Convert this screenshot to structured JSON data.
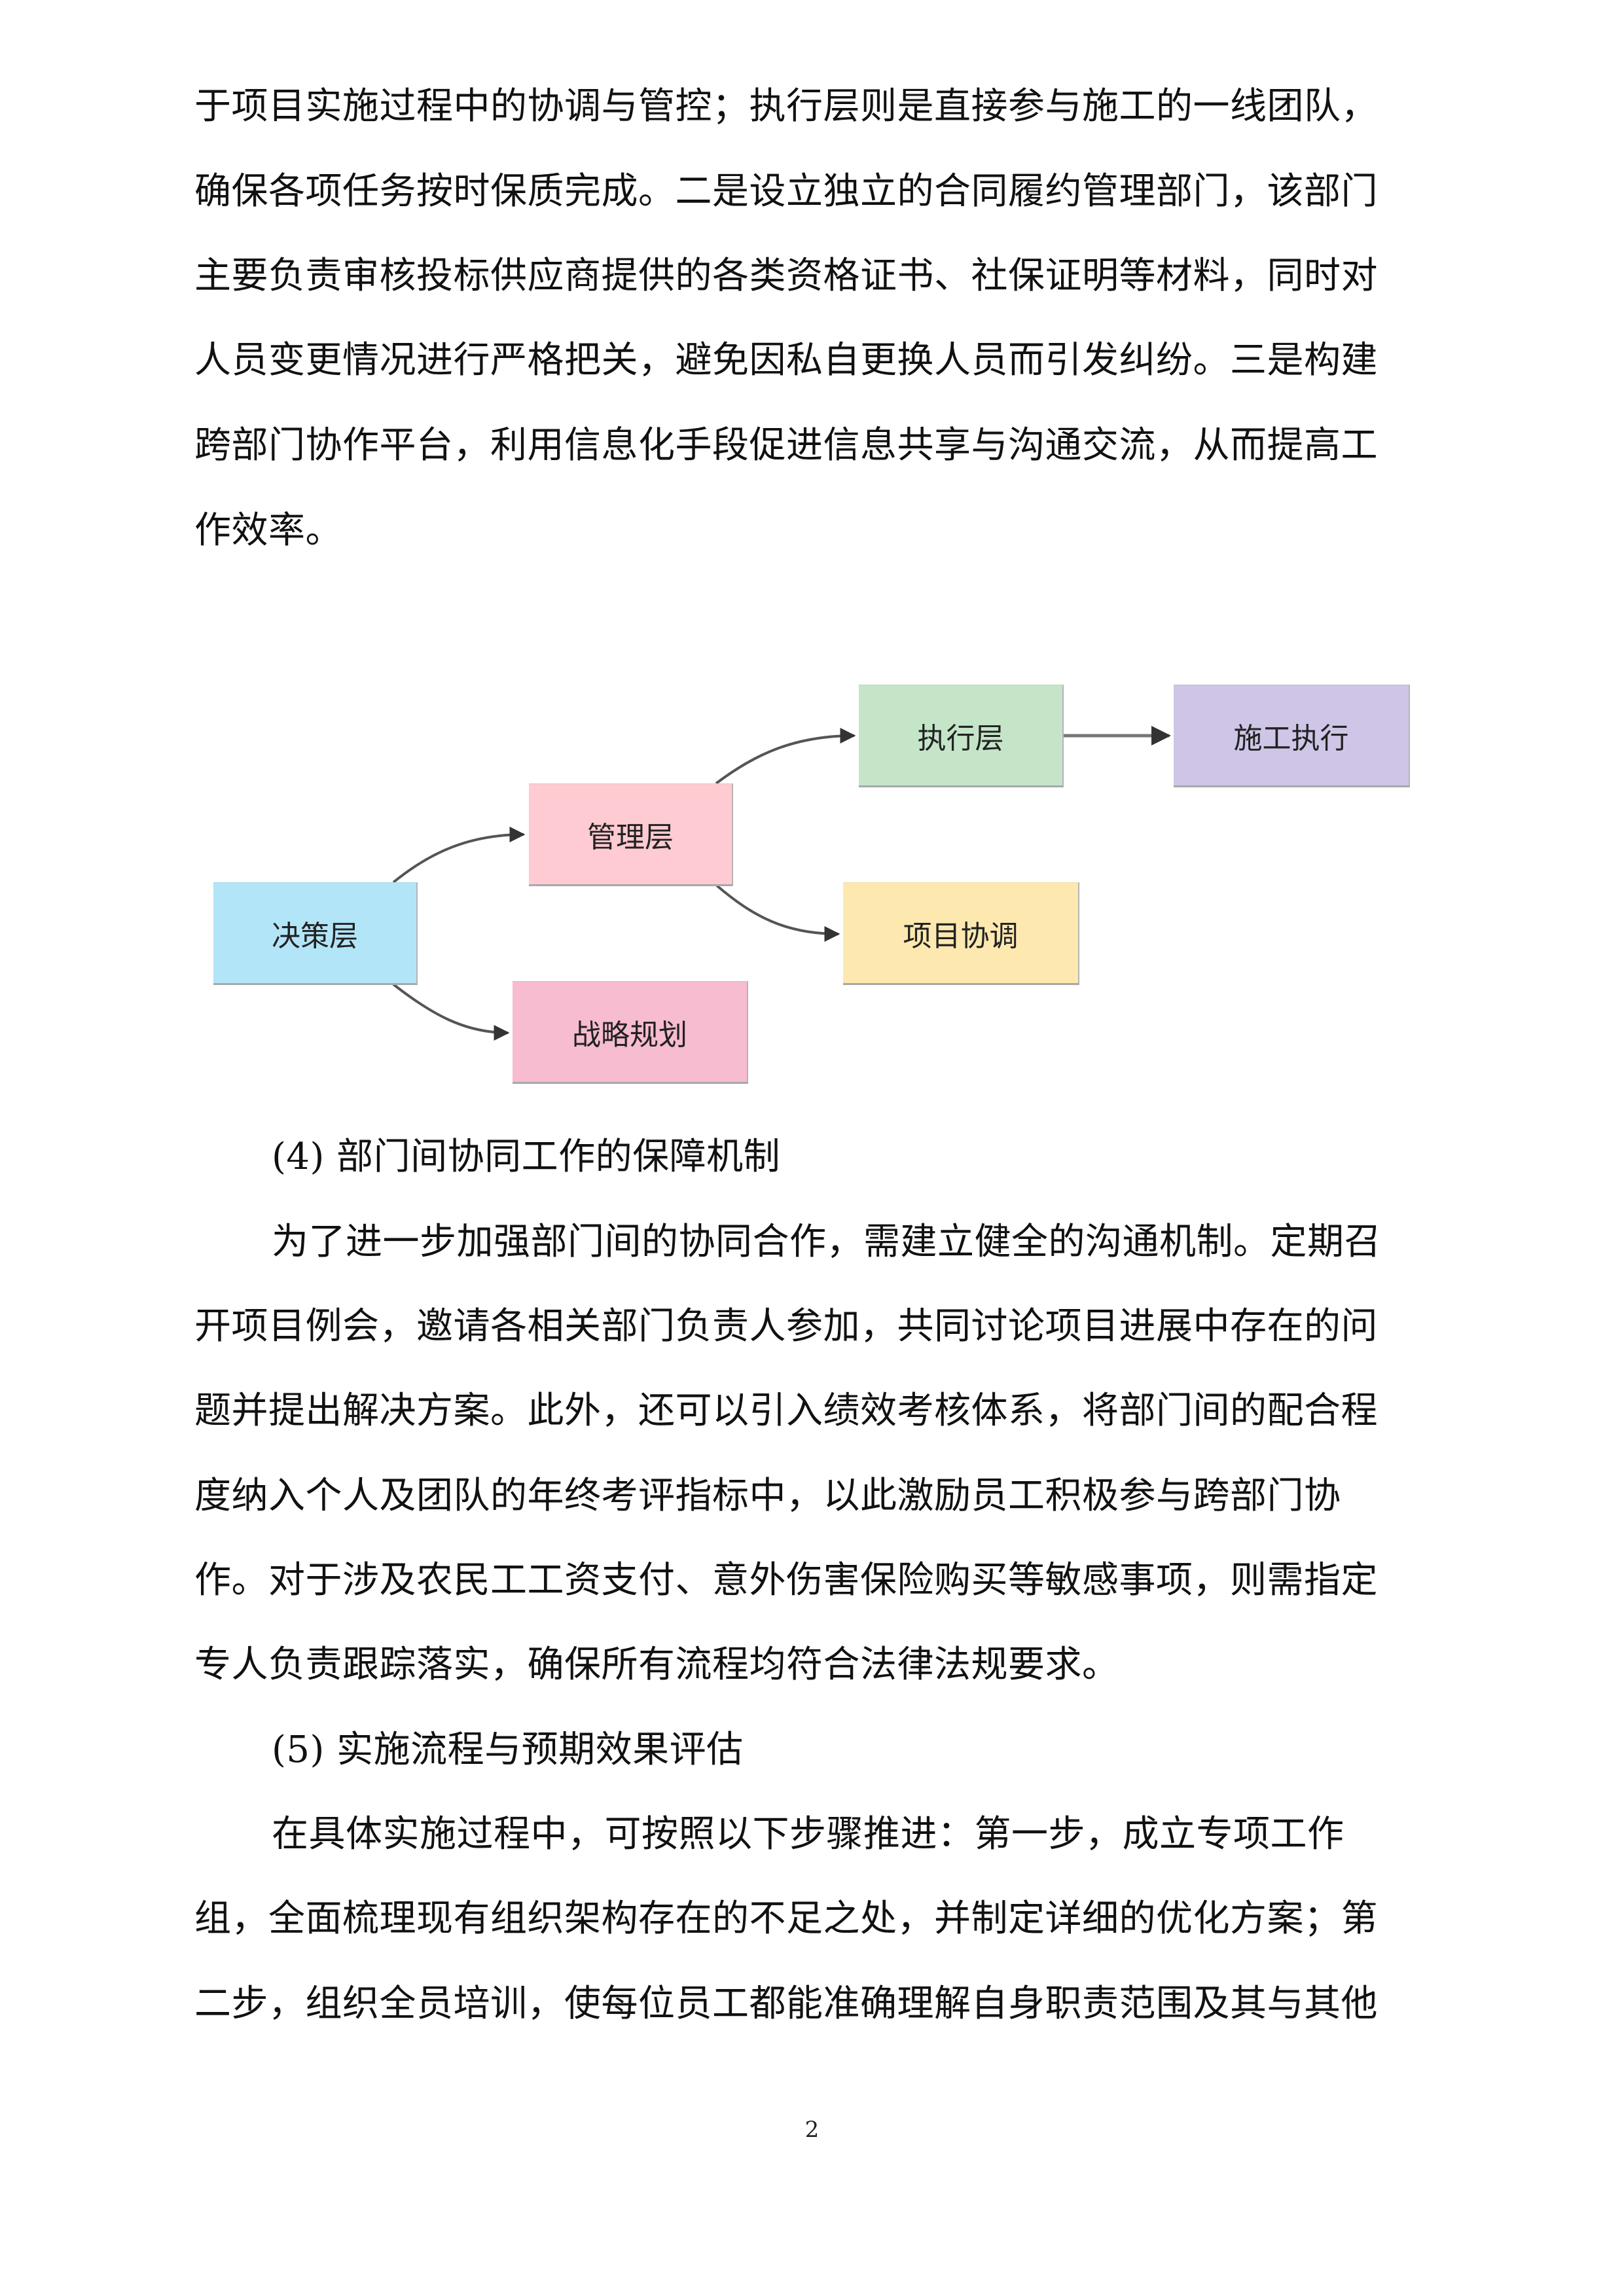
{
  "document": {
    "paragraph_1": {
      "lines": [
        "于项目实施过程中的协调与管控；执行层则是直接参与施工的一线团队，",
        "确保各项任务按时保质完成。二是设立独立的合同履约管理部门，该部门",
        "主要负责审核投标供应商提供的各类资格证书、社保证明等材料，同时对",
        "人员变更情况进行严格把关，避免因私自更换人员而引发纠纷。三是构建",
        "跨部门协作平台，利用信息化手段促进信息共享与沟通交流，从而提高工",
        "作效率。"
      ]
    },
    "diagram": {
      "nodes": [
        {
          "id": "decision",
          "label": "决策层",
          "color": "#b3e5f8"
        },
        {
          "id": "management",
          "label": "管理层",
          "color": "#fdcbd1"
        },
        {
          "id": "execution",
          "label": "执行层",
          "color": "#c5e5c9"
        },
        {
          "id": "construction",
          "label": "施工执行",
          "color": "#cfc5e7"
        },
        {
          "id": "coordination",
          "label": "项目协调",
          "color": "#fde9b0"
        },
        {
          "id": "strategy",
          "label": "战略规划",
          "color": "#f7bcd0"
        }
      ],
      "edges": [
        {
          "from": "决策层",
          "to": "管理层"
        },
        {
          "from": "决策层",
          "to": "战略规划"
        },
        {
          "from": "管理层",
          "to": "执行层"
        },
        {
          "from": "管理层",
          "to": "项目协调"
        },
        {
          "from": "执行层",
          "to": "施工执行"
        }
      ],
      "edge_color": "#555555"
    },
    "section_4": {
      "heading": "(4) 部门间协同工作的保障机制",
      "lines": [
        "为了进一步加强部门间的协同合作，需建立健全的沟通机制。定期召",
        "开项目例会，邀请各相关部门负责人参加，共同讨论项目进展中存在的问",
        "题并提出解决方案。此外，还可以引入绩效考核体系，将部门间的配合程",
        "度纳入个人及团队的年终考评指标中，以此激励员工积极参与跨部门协",
        "作。对于涉及农民工工资支付、意外伤害保险购买等敏感事项，则需指定",
        "专人负责跟踪落实，确保所有流程均符合法律法规要求。"
      ]
    },
    "section_5": {
      "heading": "(5) 实施流程与预期效果评估",
      "lines": [
        "在具体实施过程中，可按照以下步骤推进：第一步，成立专项工作",
        "组，全面梳理现有组织架构存在的不足之处，并制定详细的优化方案；第",
        "二步，组织全员培训，使每位员工都能准确理解自身职责范围及其与其他"
      ]
    },
    "page_number": "2"
  }
}
